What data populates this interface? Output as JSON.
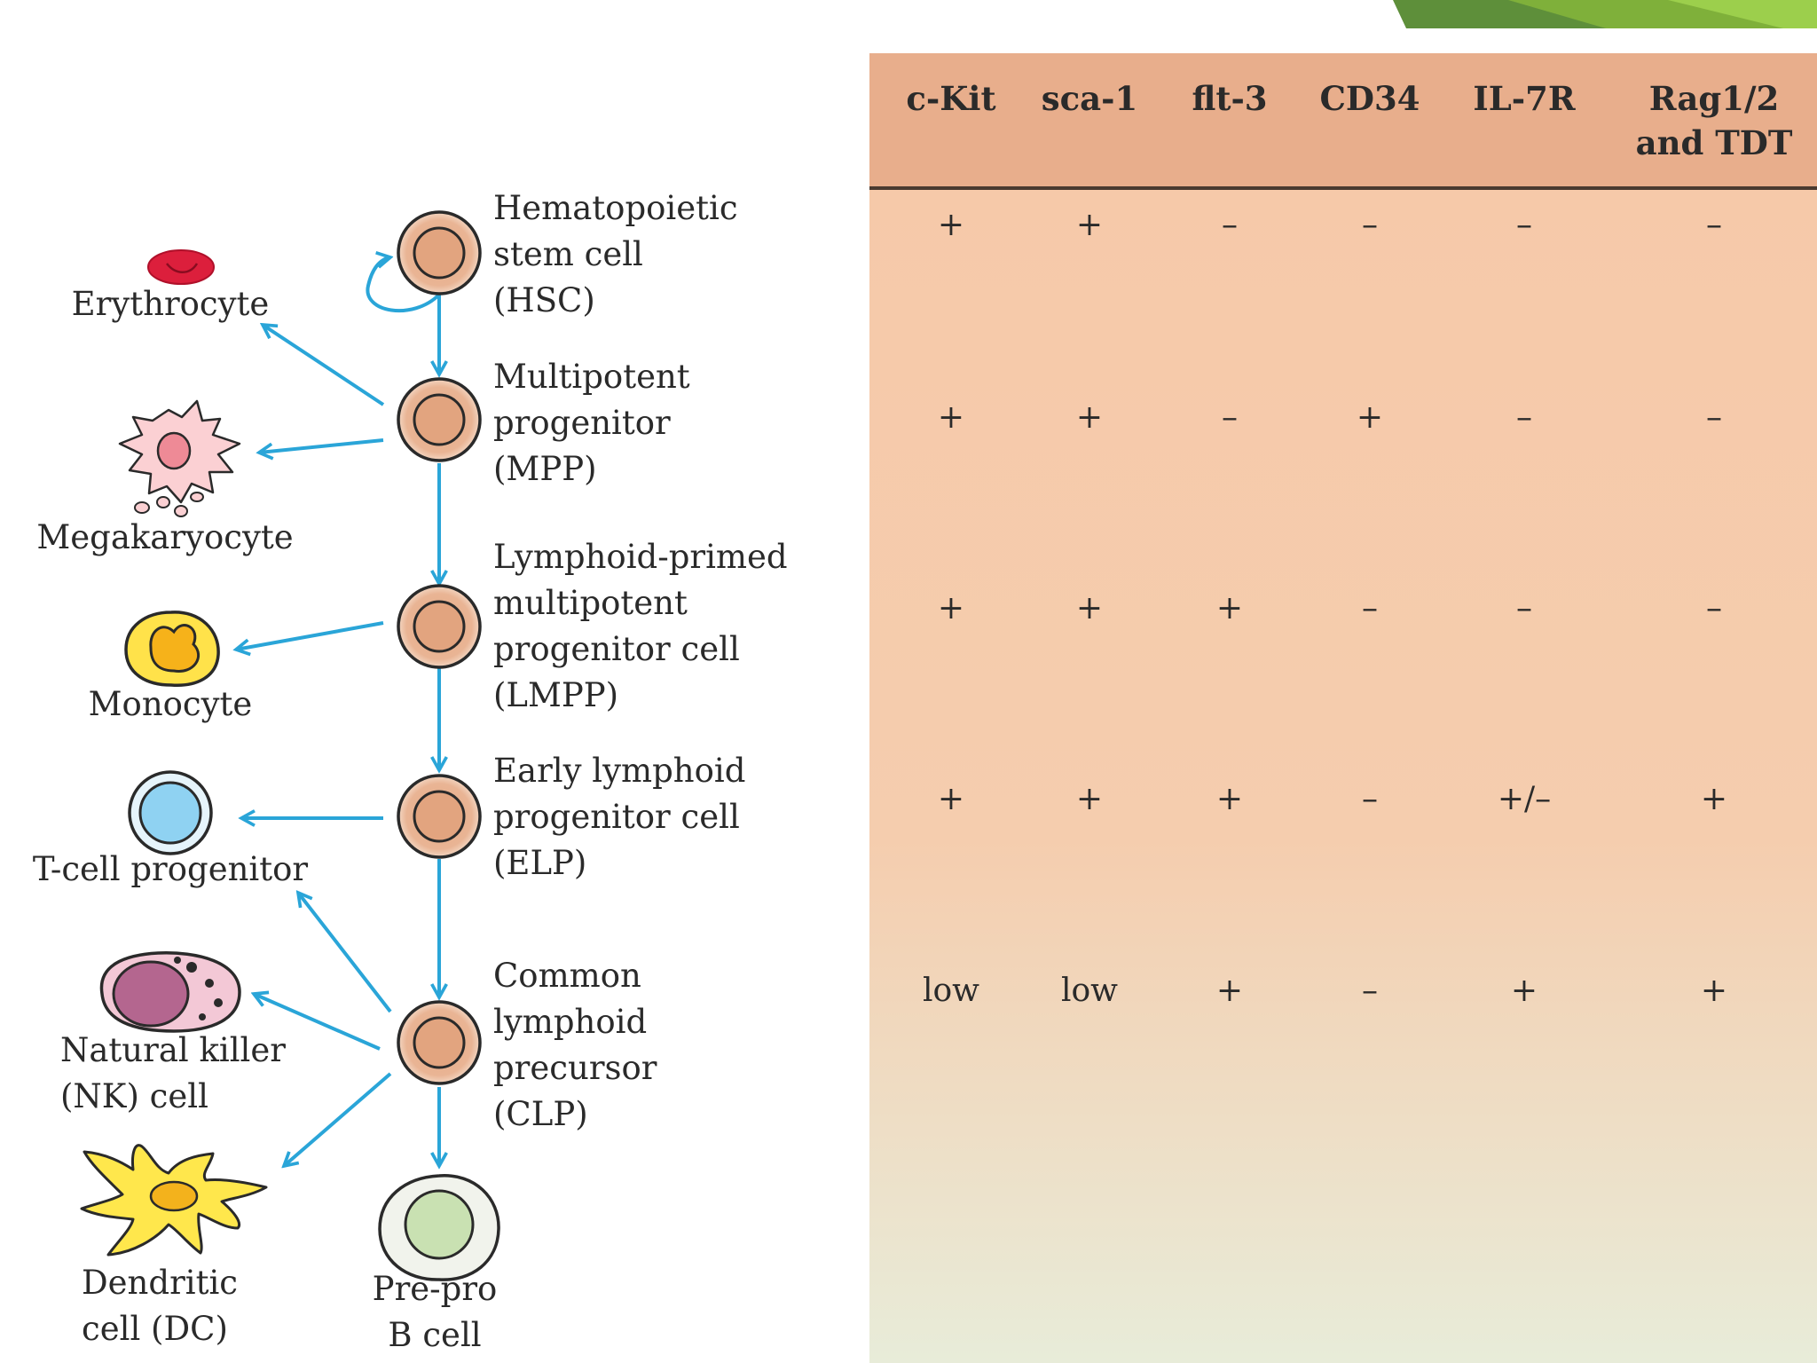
{
  "lineage": {
    "hsc": [
      "Hematopoietic",
      "stem cell",
      "(HSC)"
    ],
    "mpp": [
      "Multipotent",
      "progenitor",
      "(MPP)"
    ],
    "lmpp": [
      "Lymphoid-primed",
      "multipotent",
      "progenitor cell",
      "(LMPP)"
    ],
    "elp": [
      "Early lymphoid",
      "progenitor cell",
      "(ELP)"
    ],
    "clp": [
      "Common",
      "lymphoid",
      "precursor",
      "(CLP)"
    ],
    "prepro_b": [
      "Pre-pro",
      "B cell"
    ]
  },
  "branches": {
    "erythrocyte": [
      "Erythrocyte"
    ],
    "megakaryocyte": [
      "Megakaryocyte"
    ],
    "monocyte": [
      "Monocyte"
    ],
    "t_cell_progenitor": [
      "T-cell progenitor"
    ],
    "nk_cell": [
      "Natural killer",
      "(NK) cell"
    ],
    "dendritic_cell": [
      "Dendritic",
      "cell (DC)"
    ]
  },
  "table": {
    "headers": [
      [
        "c-Kit"
      ],
      [
        "sca-1"
      ],
      [
        "flt-3"
      ],
      [
        "CD34"
      ],
      [
        "IL-7R"
      ],
      [
        "Rag1/2",
        "and TDT"
      ]
    ],
    "rows": [
      [
        "+",
        "+",
        "–",
        "–",
        "–",
        "–"
      ],
      [
        "+",
        "+",
        "–",
        "+",
        "–",
        "–"
      ],
      [
        "+",
        "+",
        "+",
        "–",
        "–",
        "–"
      ],
      [
        "+",
        "+",
        "+",
        "–",
        "+/–",
        "+"
      ],
      [
        "low",
        "low",
        "+",
        "–",
        "+",
        "+"
      ]
    ]
  },
  "colors": {
    "arrow": "#2aa5d8",
    "progenitor_fill": "#e8b08e",
    "table_bg_top": "#f6c7a7",
    "table_header_bg": "#e8ae8c",
    "table_bg_bottom": "#e7ecd9",
    "accent_green": "#7fb03a"
  }
}
